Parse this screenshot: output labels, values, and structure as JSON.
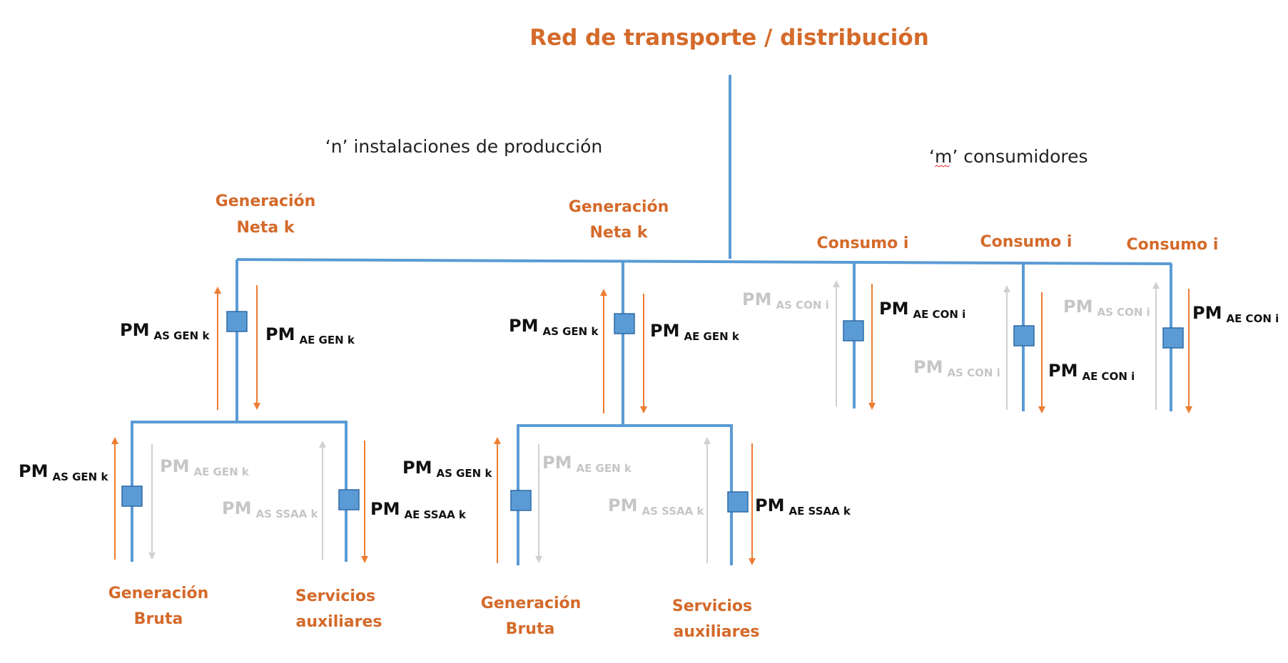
{
  "title": "Red de transporte / distribución",
  "groups": {
    "production": "‘n’ instalaciones de producción",
    "consumers_prefix": "‘",
    "consumers_m": "m",
    "consumers_suffix": "’ consumidores"
  },
  "nodes": {
    "net_gen_line1": "Generación",
    "net_gen_line2": "Neta k",
    "consumption": "Consumo i",
    "gross_gen_line1": "Generación",
    "gross_gen_line2": "Bruta",
    "aux_line1": "Servicios",
    "aux_line2": "auxiliares"
  },
  "meters": {
    "pm": "PM",
    "as_gen": "AS GEN k",
    "ae_gen": "AE GEN k",
    "as_con": "AS CON i",
    "ae_con": "AE CON i",
    "as_ssaa": "AS SSAA k",
    "ae_ssaa": "AE SSAA k"
  },
  "colors": {
    "bus": "#5b9bd5",
    "accent_orange": "#d46a2a",
    "arrow_orange": "#ed7d31",
    "inactive_gray": "#c6c6c6"
  }
}
